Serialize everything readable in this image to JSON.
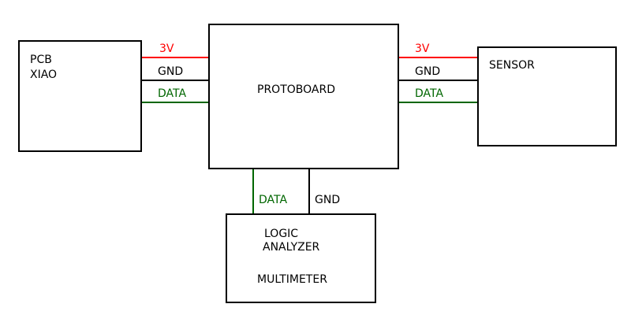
{
  "colors": {
    "power": "#ff0000",
    "ground": "#000000",
    "data": "#006600"
  },
  "blocks": {
    "pcb_xiao": {
      "line1": "PCB",
      "line2": "XIAO"
    },
    "protoboard": {
      "label": "PROTOBOARD"
    },
    "sensor": {
      "label": "SENSOR"
    },
    "logic_analyzer": {
      "line1": "LOGIC",
      "line2": "ANALYZER",
      "line3": "MULTIMETER"
    }
  },
  "wires": {
    "left": {
      "power": "3V",
      "ground": "GND",
      "data": "DATA"
    },
    "right": {
      "power": "3V",
      "ground": "GND",
      "data": "DATA"
    },
    "bottom": {
      "data": "DATA",
      "ground": "GND"
    }
  }
}
